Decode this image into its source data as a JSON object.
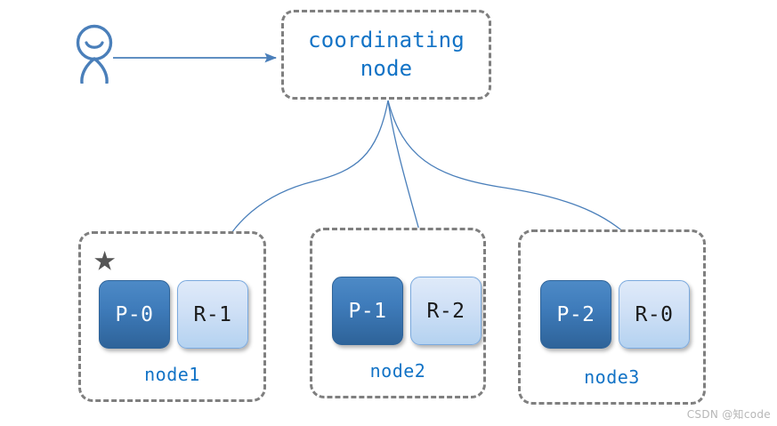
{
  "diagram": {
    "title": "coordinating node request routing to shard replicas",
    "background_color": "#ffffff",
    "accent_blue": "#1273c6",
    "line_blue": "#4a7fba",
    "dash_gray": "#7f7f7f",
    "star_gray": "#555555"
  },
  "actor": {
    "name": "client-actor",
    "icon": "person-icon",
    "color": "#4a7fba"
  },
  "coordinating_node": {
    "label": "coordinating\nnode",
    "text_color": "#1273c6",
    "border_style": "dash-dot",
    "border_color": "#7f7f7f"
  },
  "request_arrow": {
    "from": "client-actor",
    "to": "coordinating-node",
    "color": "#4a7fba",
    "style": "straight-arrow"
  },
  "routing_arrows": [
    {
      "from": "coordinating-node",
      "to": "R-1",
      "color": "#4a7fba",
      "style": "curved-arrow"
    },
    {
      "from": "coordinating-node",
      "to": "R-2",
      "color": "#4a7fba",
      "style": "curved-arrow"
    },
    {
      "from": "coordinating-node",
      "to": "R-0",
      "color": "#4a7fba",
      "style": "curved-arrow"
    }
  ],
  "nodes": [
    {
      "label": "node1",
      "marked": true,
      "marker_icon": "star-icon",
      "shards": [
        {
          "label": "P-0",
          "role": "primary",
          "fill": "#3f7cbb",
          "text_color": "#ffffff"
        },
        {
          "label": "R-1",
          "role": "replica",
          "fill": "#cfe0f6",
          "text_color": "#1a1a1a"
        }
      ]
    },
    {
      "label": "node2",
      "marked": false,
      "marker_icon": "",
      "shards": [
        {
          "label": "P-1",
          "role": "primary",
          "fill": "#3f7cbb",
          "text_color": "#ffffff"
        },
        {
          "label": "R-2",
          "role": "replica",
          "fill": "#cfe0f6",
          "text_color": "#1a1a1a"
        }
      ]
    },
    {
      "label": "node3",
      "marked": false,
      "marker_icon": "",
      "shards": [
        {
          "label": "P-2",
          "role": "primary",
          "fill": "#3f7cbb",
          "text_color": "#ffffff"
        },
        {
          "label": "R-0",
          "role": "replica",
          "fill": "#cfe0f6",
          "text_color": "#1a1a1a"
        }
      ]
    }
  ],
  "star_glyph": "★",
  "watermark": "CSDN @知code"
}
